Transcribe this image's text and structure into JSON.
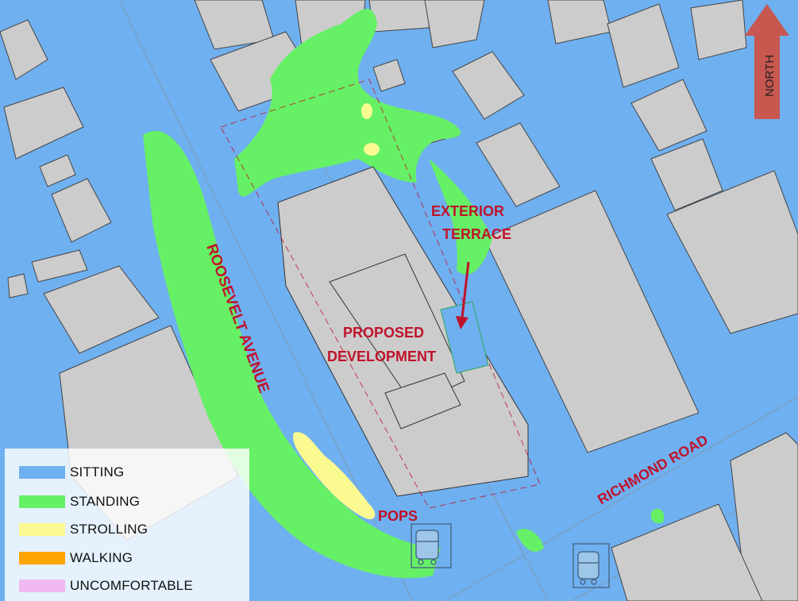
{
  "colors": {
    "sitting": "#6fb0f0",
    "standing": "#66f066",
    "strolling": "#fafa90",
    "walking": "#ffa500",
    "uncomfortable": "#f0b8f0",
    "building": "#cccccc",
    "label": "#c0122a",
    "north_arrow": "#c8574f"
  },
  "labels": {
    "exterior_terrace_line1": "EXTERIOR",
    "exterior_terrace_line2": "TERRACE",
    "proposed_line1": "PROPOSED",
    "proposed_line2": "DEVELOPMENT",
    "roosevelt": "ROOSEVELT AVENUE",
    "richmond": "RICHMOND ROAD",
    "pops": "POPS",
    "north": "NORTH"
  },
  "legend": {
    "items": [
      {
        "label": "SITTING",
        "color": "#6fb0f0"
      },
      {
        "label": "STANDING",
        "color": "#66f066"
      },
      {
        "label": "STROLLING",
        "color": "#fafa90"
      },
      {
        "label": "WALKING",
        "color": "#ffa500"
      },
      {
        "label": "UNCOMFORTABLE",
        "color": "#f0b8f0"
      }
    ]
  },
  "icons": [
    "bus-stop-icon",
    "bus-stop-icon"
  ]
}
